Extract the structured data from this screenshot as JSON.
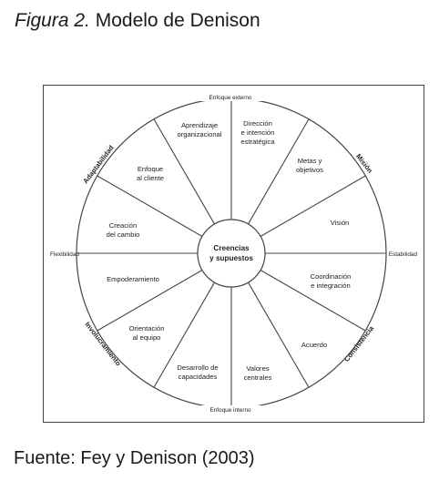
{
  "caption": {
    "number": "Figura 2.",
    "title": "Modelo de Denison"
  },
  "diagram": {
    "core": {
      "line1": "Creencias",
      "line2": "y supuestos"
    },
    "edges": {
      "top": "Enfoque externo",
      "bottom": "Enfoque interno",
      "left": "Flexibilidad",
      "right": "Estabilidad"
    },
    "traits": {
      "adaptability": "Adaptabilidad",
      "mission": "Misión",
      "involvement": "Involucramiento",
      "consistency": "Consistencia"
    },
    "segments": {
      "s1": {
        "l1": "Dirección",
        "l2": "e intención",
        "l3": "estratégica"
      },
      "s2": {
        "l1": "Metas y",
        "l2": "objetivos"
      },
      "s3": {
        "l1": "Visión"
      },
      "s4": {
        "l1": "Coordinación",
        "l2": "e integración"
      },
      "s5": {
        "l1": "Acuerdo"
      },
      "s6": {
        "l1": "Valores",
        "l2": "centrales"
      },
      "s7": {
        "l1": "Desarrollo de",
        "l2": "capacidades"
      },
      "s8": {
        "l1": "Orientación",
        "l2": "al equipo"
      },
      "s9": {
        "l1": "Empoderamiento"
      },
      "s10": {
        "l1": "Creación",
        "l2": "del cambio"
      },
      "s11": {
        "l1": "Enfoque",
        "l2": "al cliente"
      },
      "s12": {
        "l1": "Aprendizaje",
        "l2": "organizacional"
      }
    }
  },
  "source": "Fuente: Fey y Denison (2003)"
}
